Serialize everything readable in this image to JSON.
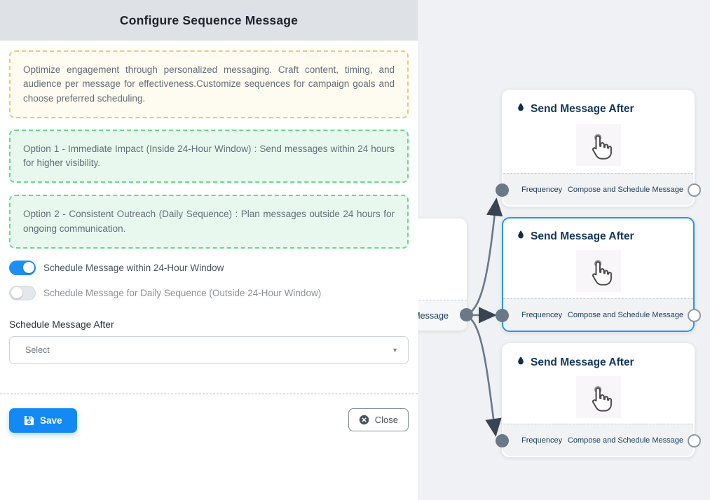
{
  "panel": {
    "header": {
      "title": "Configure Sequence Message"
    },
    "info_box": {
      "text": "Optimize engagement through personalized messaging. Craft content, timing, and audience per message for effectiveness.Customize sequences for campaign goals and choose preferred scheduling."
    },
    "option_boxes": [
      {
        "text": "Option 1 - Immediate Impact (Inside 24-Hour Window) : Send messages within 24 hours for higher visibility."
      },
      {
        "text": "Option 2 - Consistent Outreach (Daily Sequence) : Plan messages outside 24 hours for ongoing communication."
      }
    ],
    "toggles": [
      {
        "label": "Schedule Message within 24-Hour Window",
        "state": "on"
      },
      {
        "label": "Schedule Message for Daily Sequence (Outside 24-Hour Window)",
        "state": "off"
      }
    ],
    "schedule_after": {
      "label": "Schedule Message After",
      "placeholder": "Select"
    },
    "footer": {
      "save_label": "Save",
      "close_label": "Close"
    }
  },
  "canvas": {
    "partial_node": {
      "port_label": "ce Message"
    },
    "nodes": [
      {
        "title": "Send Message After",
        "left_port_label": "Frequencey",
        "right_port_label": "Compose and Schedule Message",
        "selected": false
      },
      {
        "title": "Send Message After",
        "left_port_label": "Frequencey",
        "right_port_label": "Compose and Schedule Message",
        "selected": true
      },
      {
        "title": "Send Message After",
        "left_port_label": "Frequencey",
        "right_port_label": "Compose and Schedule Message",
        "selected": false
      }
    ]
  },
  "colors": {
    "accent_blue": "#2596f3",
    "save_blue": "#1289f3",
    "toggle_on": "#1e8ff2",
    "header_bg": "#dee2e7",
    "canvas_bg": "#eff1f4",
    "yellow_border": "#f4c76e",
    "yellow_bg": "#fefbf1",
    "green_border": "#66d98c",
    "green_bg": "#e9f8ef",
    "edge_gray": "#6b7888",
    "node_title_navy": "#14355a"
  }
}
